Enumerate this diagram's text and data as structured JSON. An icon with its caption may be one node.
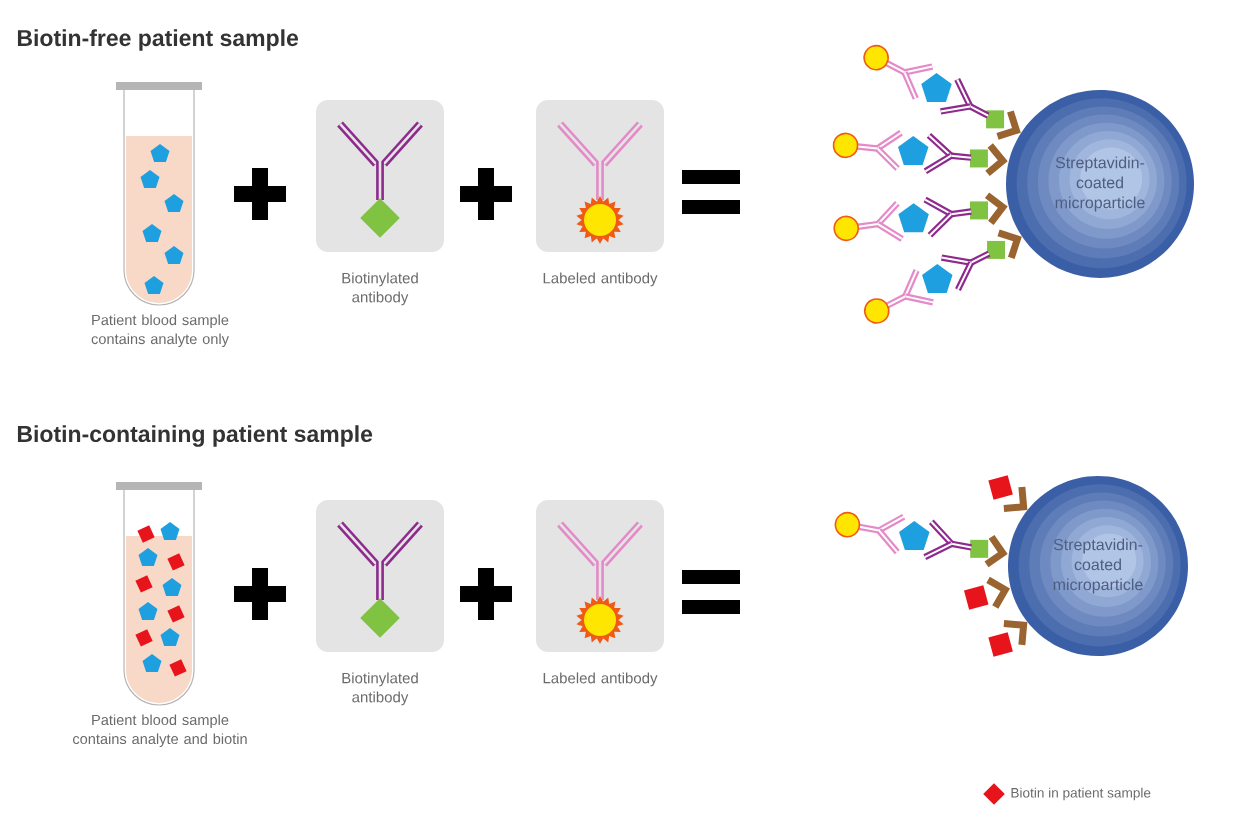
{
  "diagram": {
    "nodes": [
      {
        "text": [
          "Patient blood sample contains analyte only"
        ]
      },
      {
        "text": [
          "Biotinylated antibody"
        ]
      },
      {
        "text": [
          "Labeled antibody"
        ]
      },
      {
        "text": [
          "Streptavidin-coated microparticle"
        ]
      },
      {
        "text": [
          "Patient blood sample contains analyte and biotin"
        ]
      },
      {
        "text": [
          "Biotinylated antibody"
        ]
      },
      {
        "text": [
          "Labeled antibody"
        ]
      },
      {
        "text": [
          "Streptavidin-coated microparticle"
        ]
      }
    ],
    "labels": [
      "Biotin-free patient sample",
      "Biotin-containing patient sample"
    ],
    "legend": [
      {
        "text": "Biotin in patient sample"
      }
    ]
  }
}
